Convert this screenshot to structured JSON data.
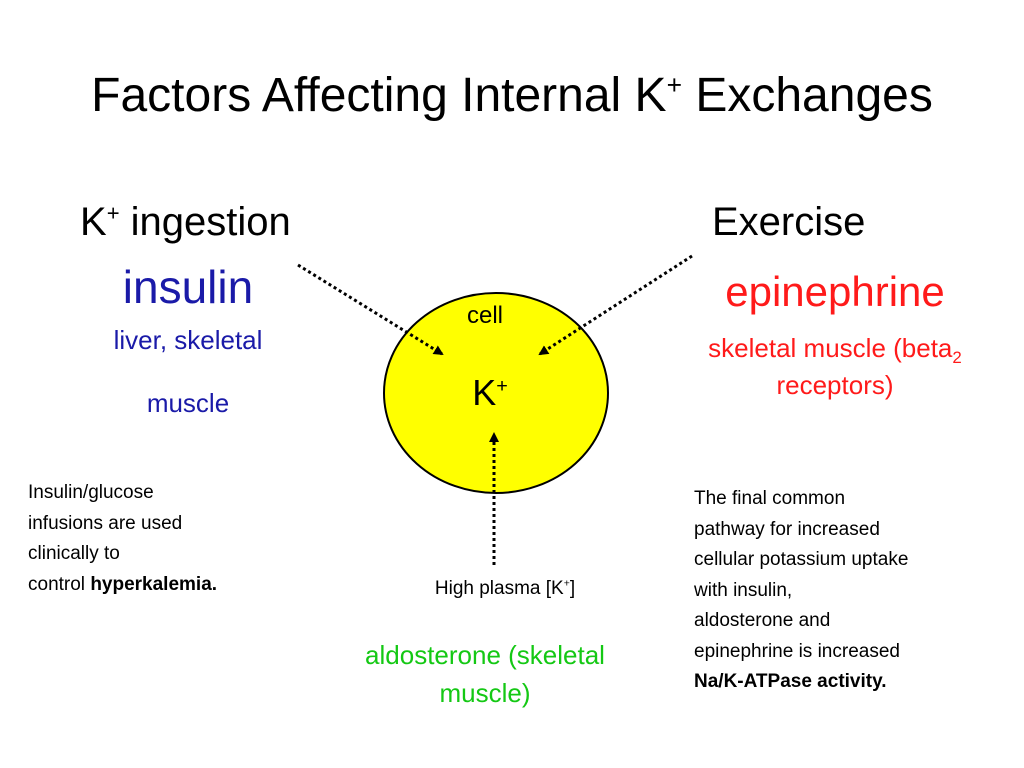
{
  "title": {
    "main": "Factors Affecting Internal K",
    "sup": "+",
    "rest": " Exchanges"
  },
  "left": {
    "heading_main": "K",
    "heading_sup": "+",
    "heading_rest": " ingestion",
    "hormone": "insulin",
    "site_line1": "liver, skeletal",
    "site_line2": "muscle"
  },
  "right": {
    "heading": "Exercise",
    "hormone": "epinephrine",
    "site_line1_main": "skeletal muscle (beta",
    "site_line1_sub": "2",
    "site_line2": "receptors)"
  },
  "cell": {
    "label": "cell",
    "ion_main": "K",
    "ion_sup": "+"
  },
  "bottom": {
    "plasma_main": "High plasma [K",
    "plasma_sup": "+",
    "plasma_end": "]",
    "hormone_line1": "aldosterone  (skeletal",
    "hormone_line2": "muscle)"
  },
  "left_note": {
    "lines": [
      "Insulin/glucose",
      "infusions are used",
      "clinically to"
    ],
    "last_plain": "control ",
    "last_bold": "hyperkalemia."
  },
  "right_note": {
    "lines": [
      "The final common",
      "pathway for increased",
      "cellular potassium uptake",
      "with insulin,",
      "aldosterone and",
      "epinephrine is increased"
    ],
    "last_bold": "Na/K-ATPase activity."
  },
  "colors": {
    "insulin": "#1a1aa8",
    "epinephrine": "#ff1a1a",
    "aldosterone": "#14c814",
    "cell_fill": "#ffff00"
  }
}
